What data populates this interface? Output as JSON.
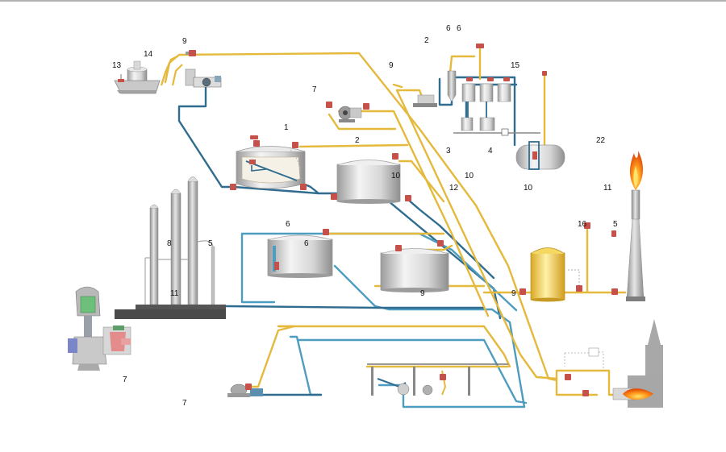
{
  "diagram": {
    "title": "",
    "labels": {
      "l1": "1",
      "l2a": "2",
      "l2b": "2",
      "l3": "3",
      "l4": "4",
      "l5a": "5",
      "l5b": "5",
      "l6a": "6",
      "l6b": "6",
      "l6c": "6",
      "l6d": "6",
      "l7a": "7",
      "l7b": "7",
      "l7c": "7",
      "l8": "8",
      "l9a": "9",
      "l9b": "9",
      "l9c": "9",
      "l9d": "9",
      "l10a": "10",
      "l10b": "10",
      "l10c": "10",
      "l11a": "11",
      "l11b": "11",
      "l12": "12",
      "l13": "13",
      "l14": "14",
      "l15": "15",
      "l16": "16",
      "l22": "22"
    },
    "colors": {
      "gas_line": "#E4B93C",
      "vent_line": "#2F6C8F",
      "vent_line_light": "#4E9CBF",
      "valve": "#C6504A",
      "tank_light": "#F2F2F2",
      "tank_dark": "#A9A9A9",
      "flame_outer": "#F07A12",
      "flame_inner": "#FFD23A",
      "furnace": "#A7A7A7",
      "yellow_vessel": "#F3D04A",
      "column": "#B7B7B7",
      "base": "#4A4A4A"
    }
  }
}
